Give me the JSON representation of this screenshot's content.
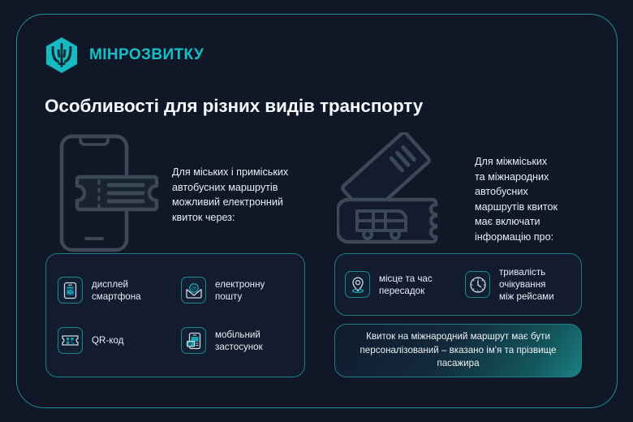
{
  "brand": {
    "name": "МІНРОЗВИТКУ",
    "logo_icon": "trident-hexagon-icon",
    "accent_color": "#17c0c8"
  },
  "page": {
    "title": "Особливості для різних видів транспорту",
    "background_color": "#101828",
    "border_color": "#1f8f91"
  },
  "columns": [
    {
      "illustration_icon": "smartphone-ticket-illustration",
      "description": "Для міських і приміських\nавтобусних маршрутів\nможливий електронний\nквиток через:",
      "features": [
        {
          "icon": "smartphone-display-icon",
          "label": "дисплей\nсмартфона"
        },
        {
          "icon": "email-at-envelope-icon",
          "label": "електронну\nпошту"
        },
        {
          "icon": "qr-code-ticket-icon",
          "label": "QR-код"
        },
        {
          "icon": "mobile-app-icon",
          "label": "мобільний\nзастосунок"
        }
      ]
    },
    {
      "illustration_icon": "bus-tickets-illustration",
      "description": "Для міжміських\nта міжнародних\nавтобусних\nмаршрутів квиток\nмає включати\nінформацію про:",
      "features": [
        {
          "icon": "map-pin-icon",
          "label": "місце та час\nпересадок"
        },
        {
          "icon": "clock-icon",
          "label": "тривалість\nочікування\nміж рейсами"
        }
      ],
      "note": "Квиток на міжнародний маршрут має бути персоналізований – вказано ім'я та прізвище пасажира"
    }
  ]
}
